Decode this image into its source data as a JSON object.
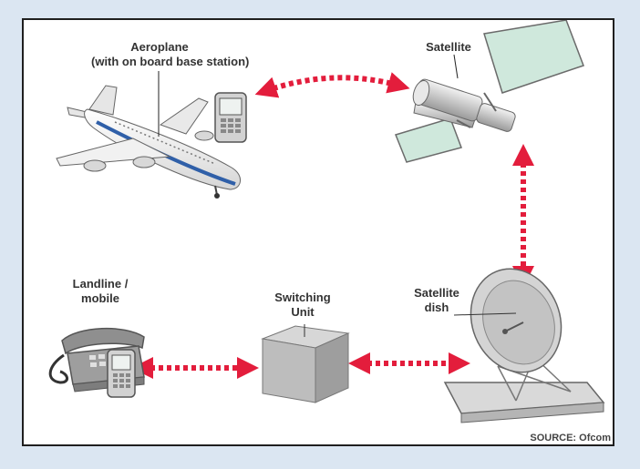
{
  "labels": {
    "aeroplane_line1": "Aeroplane",
    "aeroplane_line2": "(with on board base station)",
    "satellite": "Satellite",
    "satellite_dish_line1": "Satellite",
    "satellite_dish_line2": "dish",
    "switching_line1": "Switching",
    "switching_line2": "Unit",
    "landline_line1": "Landline /",
    "landline_line2": "mobile"
  },
  "source": "SOURCE: Ofcom",
  "colors": {
    "arrow": "#e31d3c",
    "satellite_panel": "#cfe8dc",
    "plane_stripe": "#2f5fa8",
    "background": "#dbe6f2"
  }
}
